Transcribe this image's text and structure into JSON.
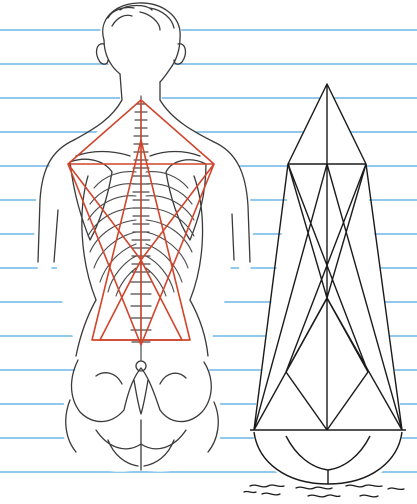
{
  "figure": {
    "description_text": "",
    "colors": {
      "background": "#ffffff",
      "ruled_lines": "#6fb6e6",
      "outline": "#3a3a3a",
      "bone": "#4a4a4a",
      "tension_lines": "#d0452c",
      "mast": "#1a1a1a"
    },
    "icons": {
      "body": "human-back-skeleton-illustration",
      "mast": "sailboat-mast-rigging-illustration",
      "water": "water-waves"
    }
  }
}
